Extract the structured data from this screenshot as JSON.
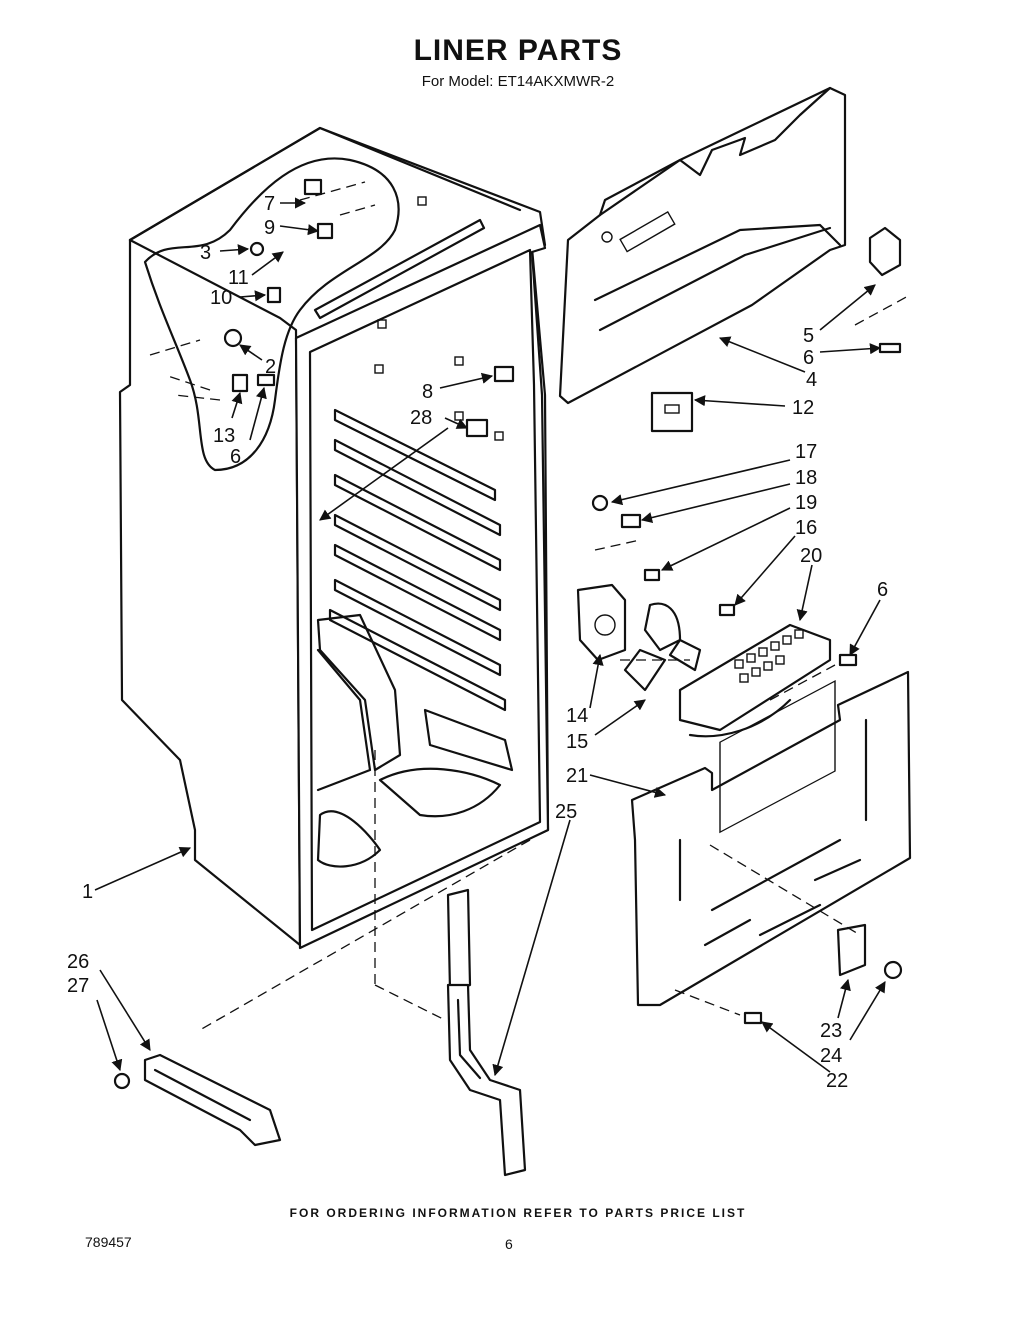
{
  "page": {
    "title": "LINER PARTS",
    "subtitle": "For Model: ET14AKXMWR-2",
    "footer_note": "FOR ORDERING INFORMATION REFER TO PARTS PRICE LIST",
    "doc_number": "789457",
    "page_number": "6"
  },
  "callouts": [
    "1",
    "2",
    "3",
    "4",
    "5",
    "6",
    "7",
    "8",
    "9",
    "10",
    "11",
    "12",
    "13",
    "14",
    "15",
    "16",
    "17",
    "18",
    "19",
    "20",
    "21",
    "22",
    "23",
    "24",
    "25",
    "26",
    "27",
    "28"
  ]
}
